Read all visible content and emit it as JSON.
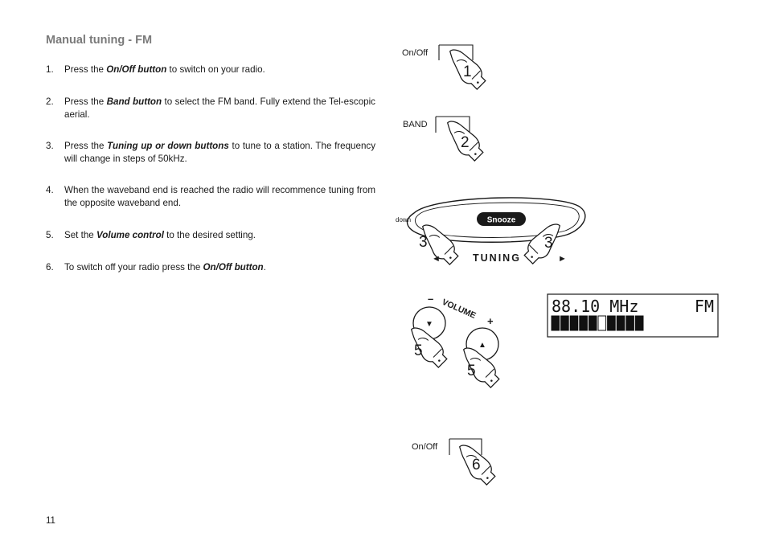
{
  "heading": "Manual tuning - FM",
  "steps": [
    {
      "num": "1.",
      "before": "Press the ",
      "bold": "On/Off button",
      "after": " to switch on your radio."
    },
    {
      "num": "2.",
      "before": "Press the ",
      "bold": "Band button",
      "after": " to select the FM band. Fully extend the Tel-escopic aerial."
    },
    {
      "num": "3.",
      "before": "Press the ",
      "bold": "Tuning up or down buttons",
      "after": " to tune to a station. The frequency will change in steps of 50kHz."
    },
    {
      "num": "4.",
      "before": "When the waveband end is reached the radio will recommence tuning from the opposite waveband end.",
      "bold": "",
      "after": ""
    },
    {
      "num": "5.",
      "before": "Set the ",
      "bold": "Volume control",
      "after": " to the desired setting."
    },
    {
      "num": "6.",
      "before": "To switch off your radio press the ",
      "bold": "On/Off button",
      "after": "."
    }
  ],
  "page_number": "11",
  "figures": {
    "onoff_top": {
      "label": "On/Off",
      "step": "1"
    },
    "band": {
      "label": "BAND",
      "step": "2"
    },
    "tuning": {
      "down_label": "down",
      "snooze_label": "Snooze",
      "tuning_label": "TUNING",
      "left_step": "3",
      "right_step": "3",
      "left_arrow": "◄",
      "right_arrow": "►"
    },
    "volume": {
      "minus": "–",
      "label": "VOLUME",
      "plus": "+",
      "down_symbol": "▼",
      "up_symbol": "▲",
      "left_step": "5",
      "right_step": "5"
    },
    "display": {
      "frequency": "88.10 MHz",
      "band": "FM",
      "signal_bars_filled": 9,
      "signal_bars_total": 10
    },
    "onoff_bottom": {
      "label": "On/Off",
      "step": "6"
    }
  }
}
